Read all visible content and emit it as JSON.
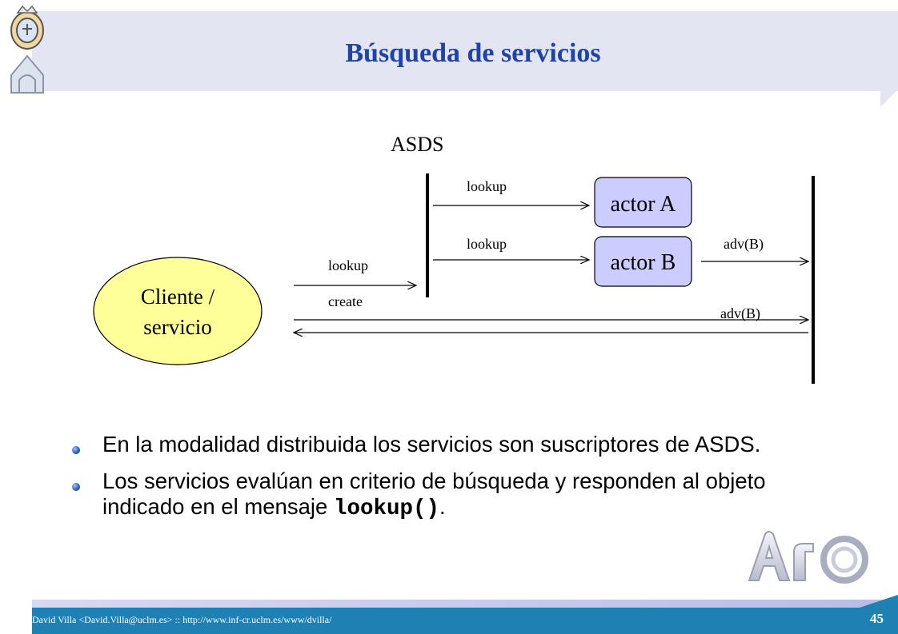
{
  "slide": {
    "title": "Búsqueda de servicios"
  },
  "diagram": {
    "asds_label": "ASDS",
    "client_label_line1": "Cliente /",
    "client_label_line2": "servicio",
    "actor_a_label": "actor A",
    "actor_b_label": "actor B",
    "msg_lookup_client": "lookup",
    "msg_create": "create",
    "msg_lookup_a": "lookup",
    "msg_lookup_b": "lookup",
    "msg_adv_b_top": "adv(B)",
    "msg_adv_b_bottom": "adv(B)"
  },
  "bullets": [
    {
      "text": "En la modalidad distribuida los servicios son suscriptores de ASDS."
    },
    {
      "text_before": "Los servicios evalúan en criterio de búsqueda y responden al objeto indicado en el mensaje ",
      "code": "lookup()",
      "text_after": "."
    }
  ],
  "footer": {
    "author_text": "David Villa <David.Villa@uclm.es> :: http://www.inf-cr.uclm.es/www/dvilla/",
    "page_number": "45"
  },
  "colors": {
    "title": "#1f43a8",
    "header_band": "#e3e5f3",
    "footer_band": "#1f80b4",
    "client_fill": "#ffff99",
    "actor_fill": "#ccccff"
  },
  "icons": {
    "university_logo": "uclm-crest-icon",
    "group_logo": "arco-logo-icon"
  }
}
